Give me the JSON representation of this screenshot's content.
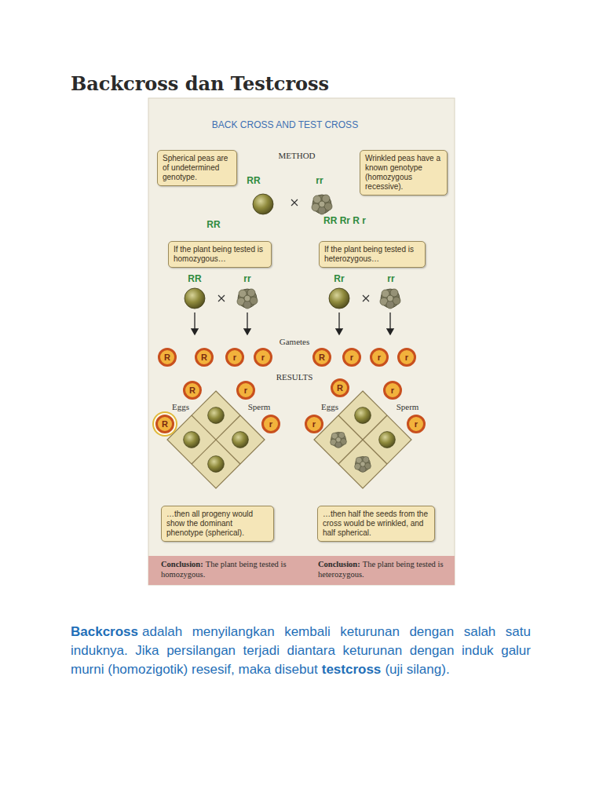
{
  "diagram": {
    "title": "Backcross dan Testcross",
    "nodes": [
      {
        "text": [
          "Spherical peas are of undetermined genotype."
        ]
      },
      {
        "text": [
          "Wrinkled peas have a known genotype (homozygous recessive)."
        ]
      },
      {
        "text": [
          "If the plant being tested is homozygous…"
        ]
      },
      {
        "text": [
          "If the plant being tested is heterozygous…"
        ]
      },
      {
        "text": [
          "R"
        ]
      },
      {
        "text": [
          "R"
        ]
      },
      {
        "text": [
          "r"
        ]
      },
      {
        "text": [
          "r"
        ]
      },
      {
        "text": [
          "R"
        ]
      },
      {
        "text": [
          "r"
        ]
      },
      {
        "text": [
          "r"
        ]
      },
      {
        "text": [
          "r"
        ]
      },
      {
        "text": [
          "R"
        ]
      },
      {
        "text": [
          "r"
        ]
      },
      {
        "text": [
          "R"
        ]
      },
      {
        "text": [
          "r"
        ]
      },
      {
        "text": [
          "R"
        ]
      },
      {
        "text": [
          "r"
        ]
      },
      {
        "text": [
          "r"
        ]
      },
      {
        "text": [
          "r"
        ]
      },
      {
        "text": [
          "…then all progeny would show the dominant phenotype (spherical)."
        ]
      },
      {
        "text": [
          "…then half the seeds from the cross would be wrinkled, and half spherical."
        ]
      },
      {
        "text": [
          "Conclusion:",
          "The plant being tested is homozygous.",
          "Conclusion:",
          "The plant being tested is heterozygous."
        ]
      }
    ],
    "labels": [
      "BACK CROSS AND TEST CROSS",
      "METHOD",
      "RR",
      "rr",
      "RR",
      "RR  Rr  R r",
      "RR",
      "rr",
      "Rr",
      "rr",
      "Gametes",
      "RESULTS",
      "Eggs",
      "Sperm",
      "Eggs",
      "Sperm",
      "Backcross",
      "adalah menyilangkan kembali keturunan dengan salah satu induknya. Jika persilangan terjadi diantara keturunan dengan induk galur murni (homozigotik) resesif, maka disebut",
      "testcross",
      "(uji silang)."
    ]
  }
}
